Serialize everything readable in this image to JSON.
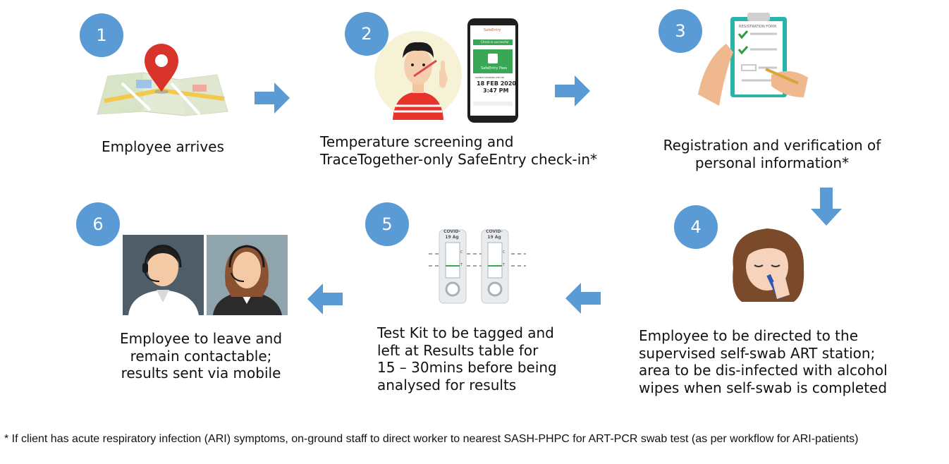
{
  "steps": [
    {
      "number": "1",
      "lines": [
        "Employee arrives"
      ]
    },
    {
      "number": "2",
      "lines": [
        "Temperature screening and",
        "TraceTogether-only SafeEntry check-in*"
      ]
    },
    {
      "number": "3",
      "lines": [
        "Registration and verification of",
        "personal information*"
      ]
    },
    {
      "number": "4",
      "lines": [
        "Employee to be directed to the",
        "supervised self-swab ART station;",
        "area to be dis-infected with alcohol",
        "wipes when self-swab is completed"
      ]
    },
    {
      "number": "5",
      "lines": [
        "Test Kit to be tagged and",
        "left at Results table for",
        "15 – 30mins before being",
        "analysed for results"
      ]
    },
    {
      "number": "6",
      "lines": [
        "Employee to leave and",
        "remain contactable;",
        "results sent via mobile"
      ]
    }
  ],
  "phone": {
    "brand": "SafeEntry",
    "status": "Check-in successful",
    "pass": "SafeEntry Pass",
    "venue": "SAMPLE SHOPPING PTE LTD",
    "date": "18 FEB 2020",
    "time": "3:47 PM"
  },
  "form": {
    "title": "REGISTRATION FORM"
  },
  "test_kits": [
    {
      "label": "COVID-19 Ag",
      "c": "C",
      "t": "T"
    },
    {
      "label": "COVID-19 Ag",
      "c": "C",
      "t": "T"
    }
  ],
  "footnote": "* If client has acute respiratory infection (ARI) symptoms, on-ground staff to direct worker to nearest SASH-PHPC for ART-PCR swab test (as per workflow for ARI-patients)",
  "colors": {
    "step_circle": "#5b9bd5",
    "arrow": "#5b9bd5",
    "pin": "#d9342b",
    "map": "#e9efe2",
    "shirt": "#e8322c",
    "phone_green": "#3aa757",
    "clipboard": "#2ab3a8"
  }
}
